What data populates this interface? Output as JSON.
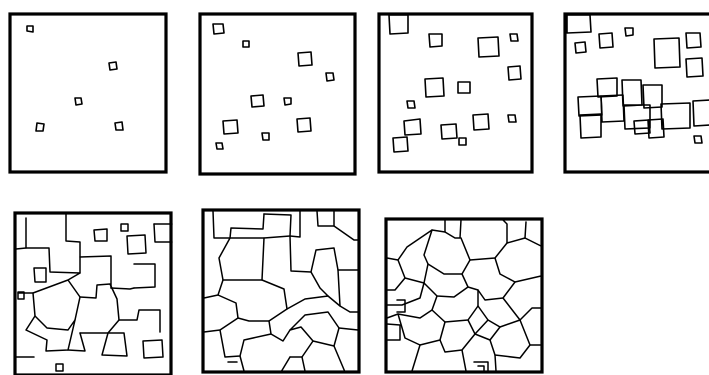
{
  "figure": {
    "panel_count": 7,
    "rows": 2,
    "panels_per_row": [
      4,
      3
    ]
  },
  "colors": {
    "ink": "#000000",
    "paper": "#ffffff"
  },
  "panels": [
    {
      "name": "panel-1",
      "stage": 1
    },
    {
      "name": "panel-2",
      "stage": 2
    },
    {
      "name": "panel-3",
      "stage": 3
    },
    {
      "name": "panel-4",
      "stage": 4
    },
    {
      "name": "panel-5",
      "stage": 5
    },
    {
      "name": "panel-6",
      "stage": 6
    },
    {
      "name": "panel-7",
      "stage": 7
    }
  ]
}
